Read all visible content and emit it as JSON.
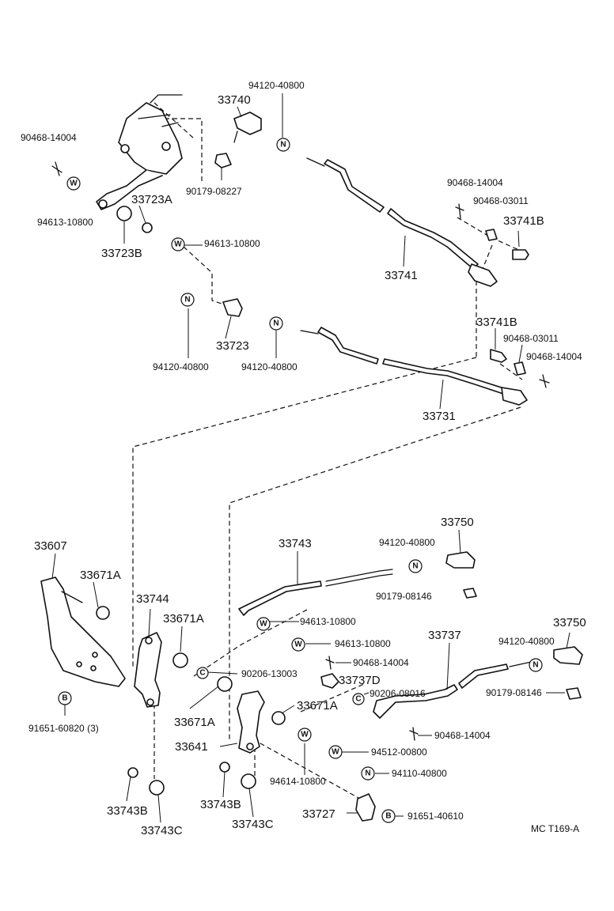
{
  "diagram_code": "MC T169-A",
  "labels": {
    "p33740": "33740",
    "p94120_40800_a": "94120-40800",
    "p90468_14004_a": "90468-14004",
    "p33723A": "33723A",
    "p90179_08227": "90179-08227",
    "p94613_10800_a": "94613-10800",
    "p33723B": "33723B",
    "p94613_10800_b": "94613-10800",
    "p90468_14004_b": "90468-14004",
    "p90468_03011_a": "90468-03011",
    "p33741B_a": "33741B",
    "p33741": "33741",
    "p33723": "33723",
    "p94120_40800_b": "94120-40800",
    "p94120_40800_c": "94120-40800",
    "p33741B_b": "33741B",
    "p90468_03011_b": "90468-03011",
    "p90468_14004_c": "90468-14004",
    "p33731": "33731",
    "p33607": "33607",
    "p33743": "33743",
    "p33750_a": "33750",
    "p94120_40800_d": "94120-40800",
    "p33671A_a": "33671A",
    "p90179_08146_a": "90179-08146",
    "p33744": "33744",
    "p94613_10800_c": "94613-10800",
    "p33671A_b": "33671A",
    "p94613_10800_d": "94613-10800",
    "p33737": "33737",
    "p33750_b": "33750",
    "p94120_40800_e": "94120-40800",
    "p90468_14004_d": "90468-14004",
    "p90206_13003": "90206-13003",
    "p33737D": "33737D",
    "p90206_08016": "90206-08016",
    "p90179_08146_b": "90179-08146",
    "p91651_60820": "91651-60820 (3)",
    "p33671A_c": "33671A",
    "p33671A_d": "33671A",
    "p90468_14004_e": "90468-14004",
    "p33641": "33641",
    "p94512_00800": "94512-00800",
    "p94110_40800": "94110-40800",
    "p94614_10800": "94614-10800",
    "p33743B_a": "33743B",
    "p33743B_b": "33743B",
    "p33727": "33727",
    "p91651_40610": "91651-40610",
    "p33743C_a": "33743C",
    "p33743C_b": "33743C"
  },
  "badges": {
    "N": "N",
    "W": "W",
    "B": "B",
    "C": "C"
  }
}
